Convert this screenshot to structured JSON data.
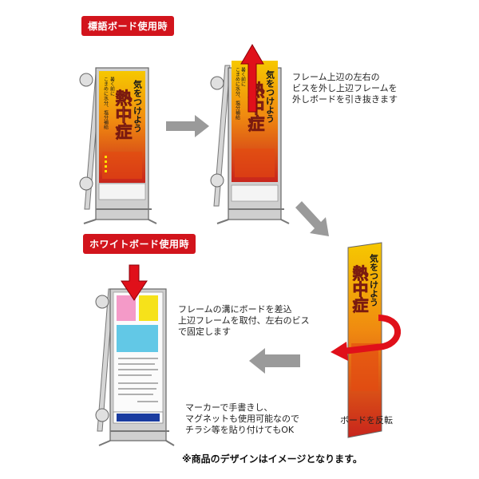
{
  "labels": {
    "header_label": "標語ボード使用時",
    "white_label": "ホワイトボード使用時"
  },
  "captions": {
    "remove_1": "フレーム上辺の左右の",
    "remove_2": "ビスを外し上辺フレームを",
    "remove_3": "外しボードを引き抜きます",
    "insert_1": "フレームの溝にボードを差込",
    "insert_2": "上辺フレームを取付、左右のビス",
    "insert_3": "で固定します",
    "marker_1": "マーカーで手書きし、",
    "marker_2": "マグネットも使用可能なので",
    "marker_3": "チラシ等を貼り付けてもOK",
    "flip": "ボードを反転",
    "note": "※商品のデザインはイメージとなります。"
  },
  "sign": {
    "title_a": "気をつけよう",
    "title_b": "熱中症",
    "sub_1": "暑く前に",
    "sub_2": "こまめに水分、塩分補給"
  },
  "colors": {
    "accent_red": "#d2141c",
    "arrow_gray": "#9a9a9a",
    "sign_top": "#f6c800",
    "sign_bottom": "#c8241c",
    "frame": "#c8c8c8"
  }
}
